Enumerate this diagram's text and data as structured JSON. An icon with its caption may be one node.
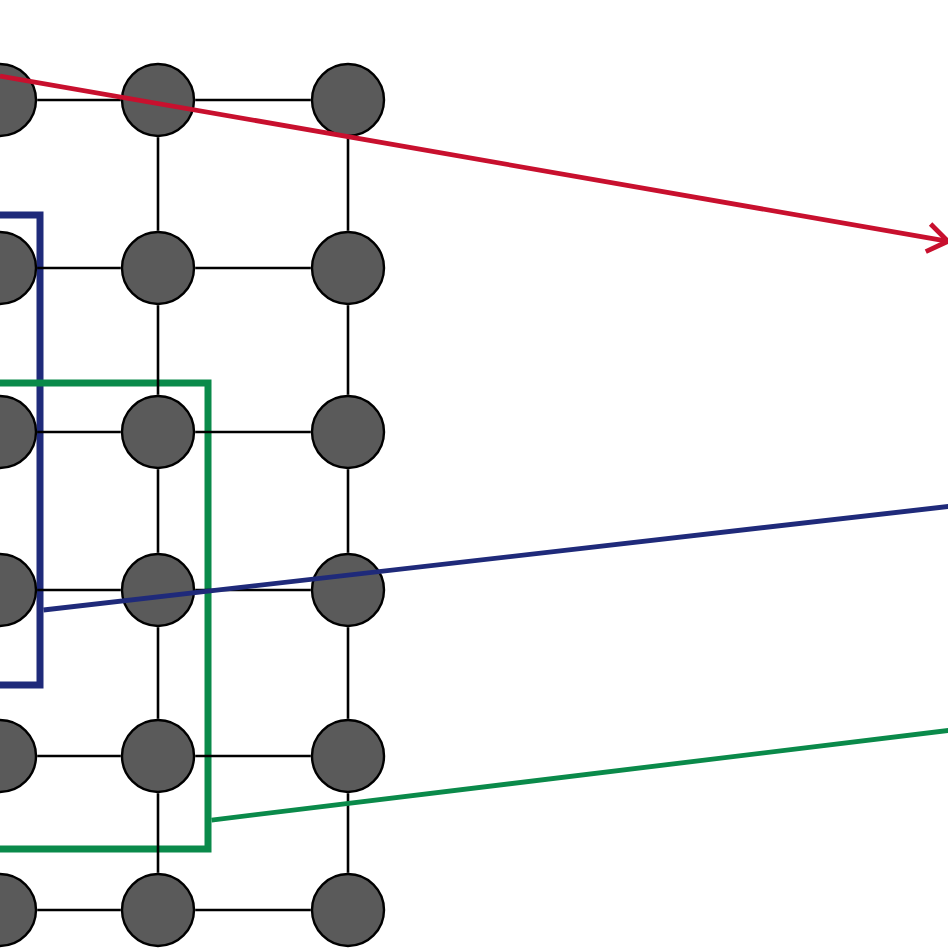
{
  "diagram": {
    "nodes": [
      {
        "text": [],
        "shape": "box"
      },
      {
        "text": [],
        "shape": "box"
      },
      {
        "text": [],
        "shape": "circle"
      },
      {
        "text": [],
        "shape": "circle"
      },
      {
        "text": [],
        "shape": "circle"
      },
      {
        "text": [],
        "shape": "circle",
        "in": 0
      },
      {
        "text": [],
        "shape": "circle"
      },
      {
        "text": [],
        "shape": "circle"
      },
      {
        "text": [],
        "shape": "circle"
      },
      {
        "text": [],
        "shape": "circle",
        "in": 1
      },
      {
        "text": [],
        "shape": "circle"
      },
      {
        "text": [],
        "shape": "circle"
      },
      {
        "text": [],
        "shape": "circle",
        "in": 1
      },
      {
        "text": [],
        "shape": "circle"
      },
      {
        "text": [],
        "shape": "circle",
        "in": 1
      },
      {
        "text": [],
        "shape": "circle",
        "in": 1
      },
      {
        "text": [],
        "shape": "circle"
      },
      {
        "text": [],
        "shape": "circle"
      },
      {
        "text": [],
        "shape": "circle"
      },
      {
        "text": [],
        "shape": "circle"
      }
    ],
    "edges": [
      {
        "from": 2,
        "to": 3,
        "arrow": "none"
      },
      {
        "from": 3,
        "to": 4,
        "arrow": "none"
      },
      {
        "from": 5,
        "to": 6,
        "arrow": "none"
      },
      {
        "from": 6,
        "to": 7,
        "arrow": "none"
      },
      {
        "from": 8,
        "to": 9,
        "arrow": "none"
      },
      {
        "from": 9,
        "to": 10,
        "arrow": "none"
      },
      {
        "from": 11,
        "to": 12,
        "arrow": "none"
      },
      {
        "from": 12,
        "to": 13,
        "arrow": "none"
      },
      {
        "from": 14,
        "to": 15,
        "arrow": "none"
      },
      {
        "from": 15,
        "to": 16,
        "arrow": "none"
      },
      {
        "from": 17,
        "to": 18,
        "arrow": "none"
      },
      {
        "from": 18,
        "to": 19,
        "arrow": "none"
      },
      {
        "from": 3,
        "to": 6,
        "arrow": "none"
      },
      {
        "from": 6,
        "to": 9,
        "arrow": "none"
      },
      {
        "from": 9,
        "to": 12,
        "arrow": "none"
      },
      {
        "from": 12,
        "to": 15,
        "arrow": "none"
      },
      {
        "from": 15,
        "to": 18,
        "arrow": "none"
      },
      {
        "from": 4,
        "to": 7,
        "arrow": "none"
      },
      {
        "from": 7,
        "to": 10,
        "arrow": "none"
      },
      {
        "from": 10,
        "to": 13,
        "arrow": "none"
      },
      {
        "from": 13,
        "to": 16,
        "arrow": "none"
      },
      {
        "from": 16,
        "to": 19,
        "arrow": "none"
      },
      {
        "from": 2,
        "to": null,
        "arrow": "to",
        "color": "#c8102e"
      },
      {
        "from": 0,
        "to": null,
        "arrow": "none",
        "color": "#1f2a7a"
      },
      {
        "from": 1,
        "to": null,
        "arrow": "none",
        "color": "#0a8a4a"
      }
    ]
  }
}
